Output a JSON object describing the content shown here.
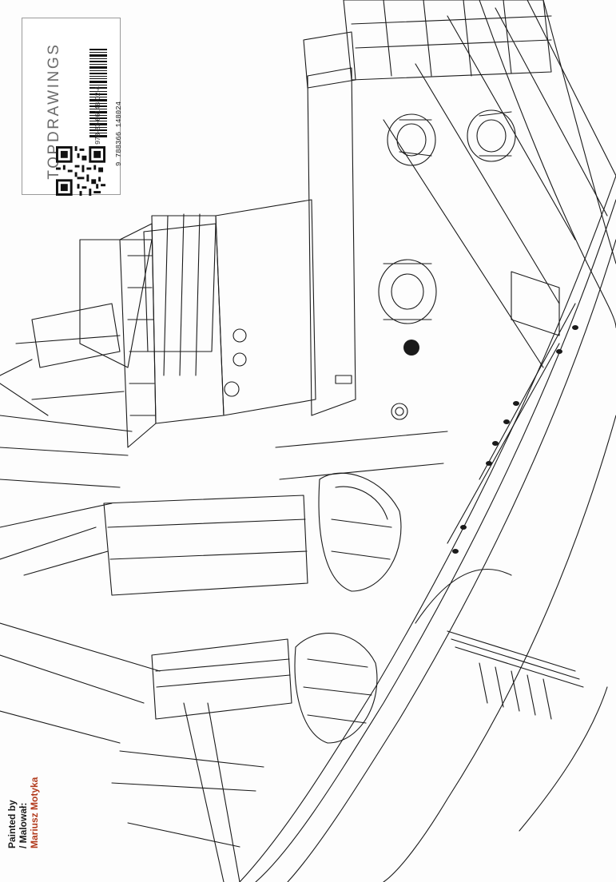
{
  "cover": {
    "brand": "TOPDRAWINGS",
    "isbn_text": "ISBN 978-83-66148-02-4",
    "isbn_digits": "9 788366 148024",
    "credit_label_1": "Painted by",
    "credit_label_2": "/ Malował:",
    "credit_name": "Mariusz Motyka"
  },
  "colors": {
    "line_art": "#1a1a1a",
    "brand_gray": "#6b6b6b",
    "credit_accent": "#b23a1c"
  },
  "illustration": {
    "subject": "ship-deck-line-drawing"
  }
}
